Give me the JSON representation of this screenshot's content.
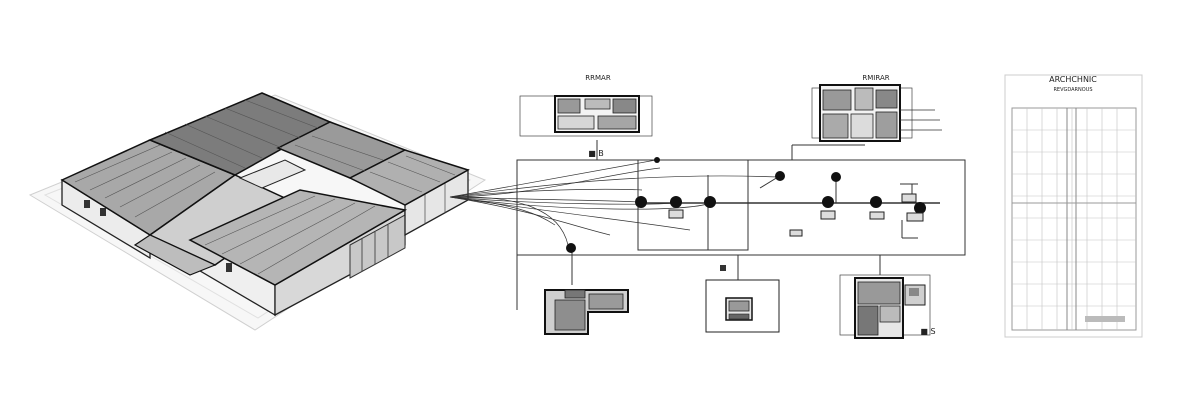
{
  "colors": {
    "ink": "#1a1a1a",
    "line": "#333333",
    "roof_dark": "#7a7a7a",
    "roof_mid": "#a9a9a9",
    "roof_light": "#d4d4d4",
    "wall": "#f2f2f2",
    "panel": "#9a9a9a",
    "grid": "#b8b8b8",
    "background": "#ffffff"
  },
  "plans": {
    "plan_a_title": "RRMAR",
    "plan_a_label": "■ B",
    "plan_b_title": "RMIRAR",
    "plan_c_label": "■ S"
  },
  "elevation_sheet": {
    "title": "ARCHCHNIC",
    "subtitle": "REVGDARNOUS"
  },
  "icons": [
    "warehouse-isometric",
    "network-node",
    "floor-plan",
    "site-plan-sheet"
  ]
}
